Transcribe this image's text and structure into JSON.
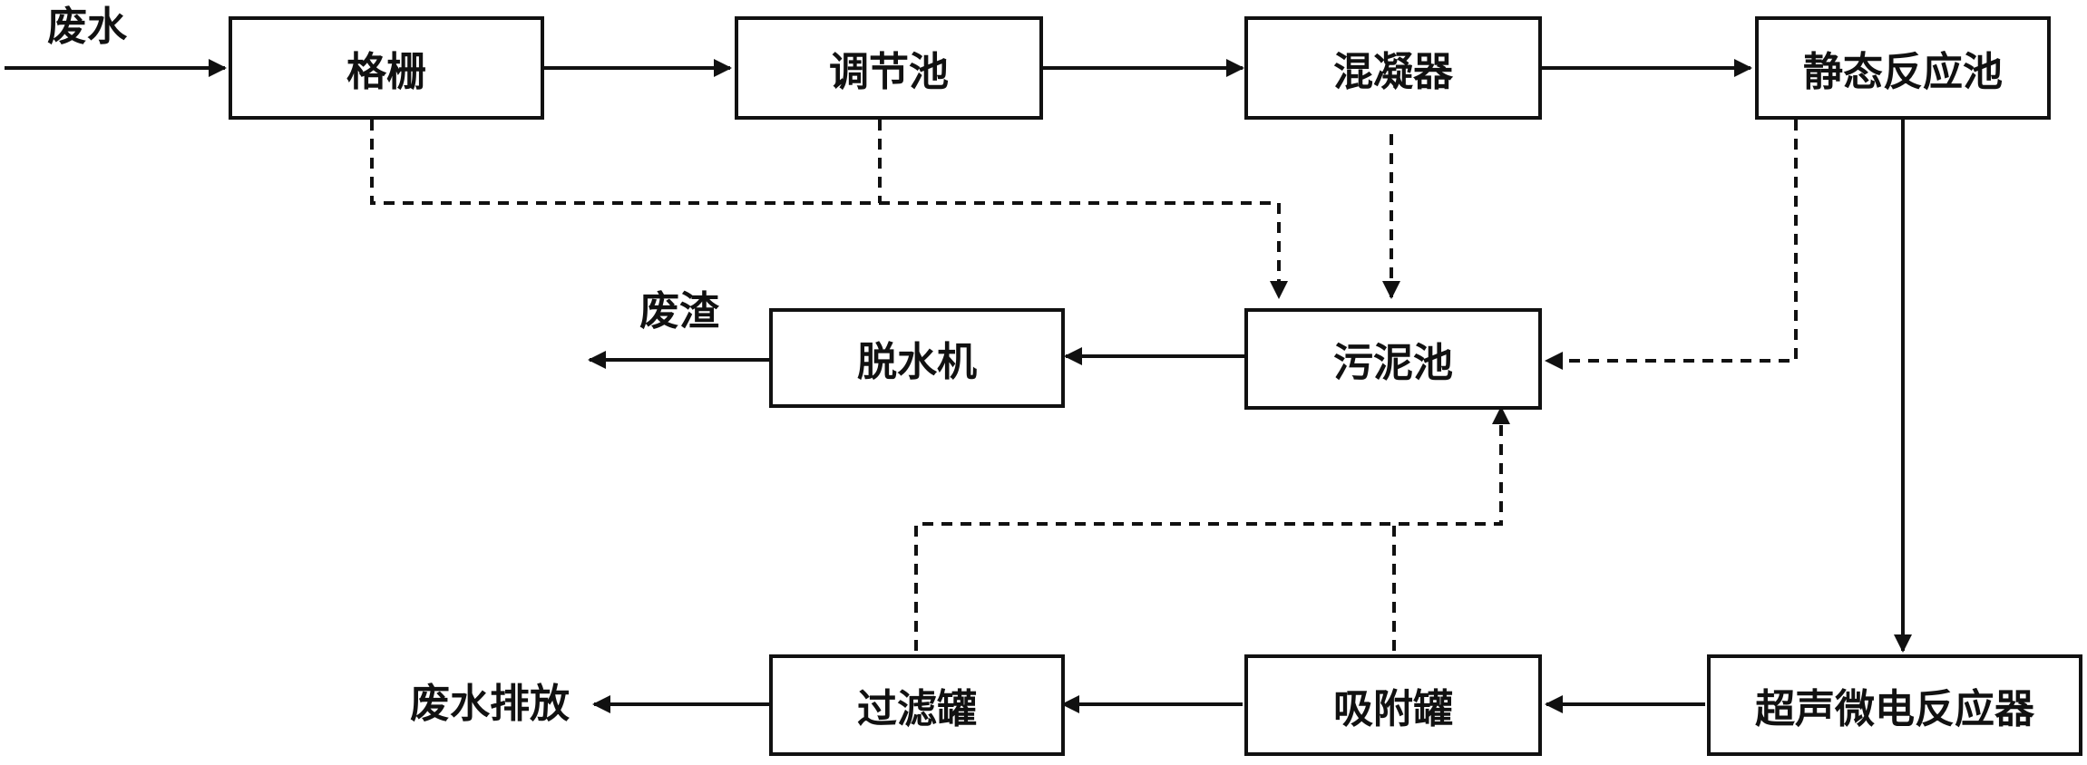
{
  "nodes": {
    "grid": "格栅",
    "equalization_tank": "调节池",
    "mixer": "混凝器",
    "static_reaction_tank": "静态反应池",
    "ultrasonic_micro_electrolysis_reactor": "超声微电反应器",
    "adsorption_tank": "吸附罐",
    "filter_tank": "过滤罐",
    "sludge_tank": "污泥池",
    "dewatering_machine": "脱水机"
  },
  "labels": {
    "wastewater_in": "废水",
    "waste_residue": "废渣",
    "wastewater_discharge": "废水排放"
  },
  "colors": {
    "line": "#111111",
    "background": "#ffffff"
  }
}
